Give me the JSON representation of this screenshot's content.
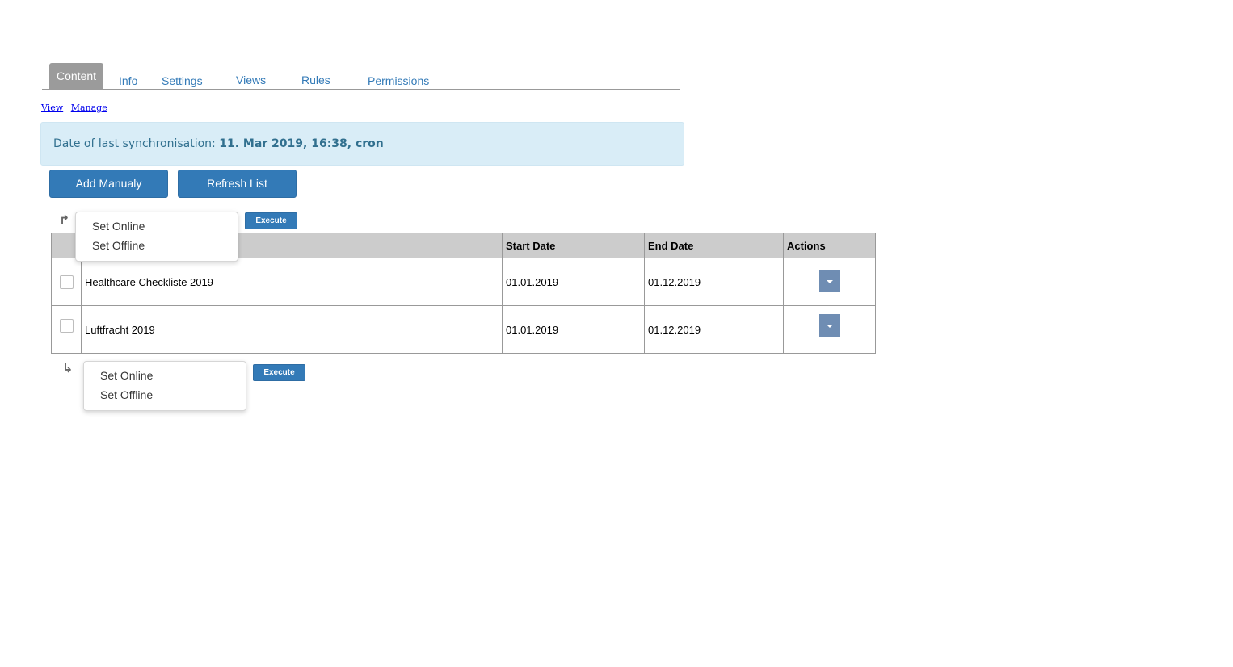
{
  "tabs": [
    {
      "label": "Content",
      "active": true
    },
    {
      "label": "Info"
    },
    {
      "label": "Settings"
    },
    {
      "label": "Views"
    },
    {
      "label": "Rules"
    },
    {
      "label": "Permissions"
    }
  ],
  "subnav": {
    "view": "View",
    "manage": "Manage"
  },
  "sync": {
    "label": "Date of last synchronisation:",
    "value": "11. Mar 2019, 16:38, cron"
  },
  "buttons": {
    "add": "Add Manualy",
    "refresh": "Refresh List"
  },
  "bulk_top": {
    "options": [
      "Set Online",
      "Set Offline"
    ],
    "execute": "Execute",
    "arrow_icon": "arrow-up-right-icon"
  },
  "bulk_bottom": {
    "options": [
      "Set Online",
      "Set Offline"
    ],
    "execute": "Execute",
    "arrow_icon": "arrow-down-right-icon"
  },
  "table": {
    "headers": [
      "",
      "",
      "Start Date",
      "End Date",
      "Actions"
    ],
    "rows": [
      {
        "title": "Healthcare Checkliste 2019",
        "start": "01.01.2019",
        "end": "01.12.2019"
      },
      {
        "title": "Luftfracht 2019",
        "start": "01.01.2019",
        "end": "01.12.2019"
      }
    ]
  },
  "colors": {
    "accent": "#337ab7",
    "info_bg": "#d9edf7",
    "info_text": "#31708f",
    "tab_active_bg": "#9b9b9b",
    "header_bg": "#cccccc",
    "action_button": "#6f8db3"
  }
}
